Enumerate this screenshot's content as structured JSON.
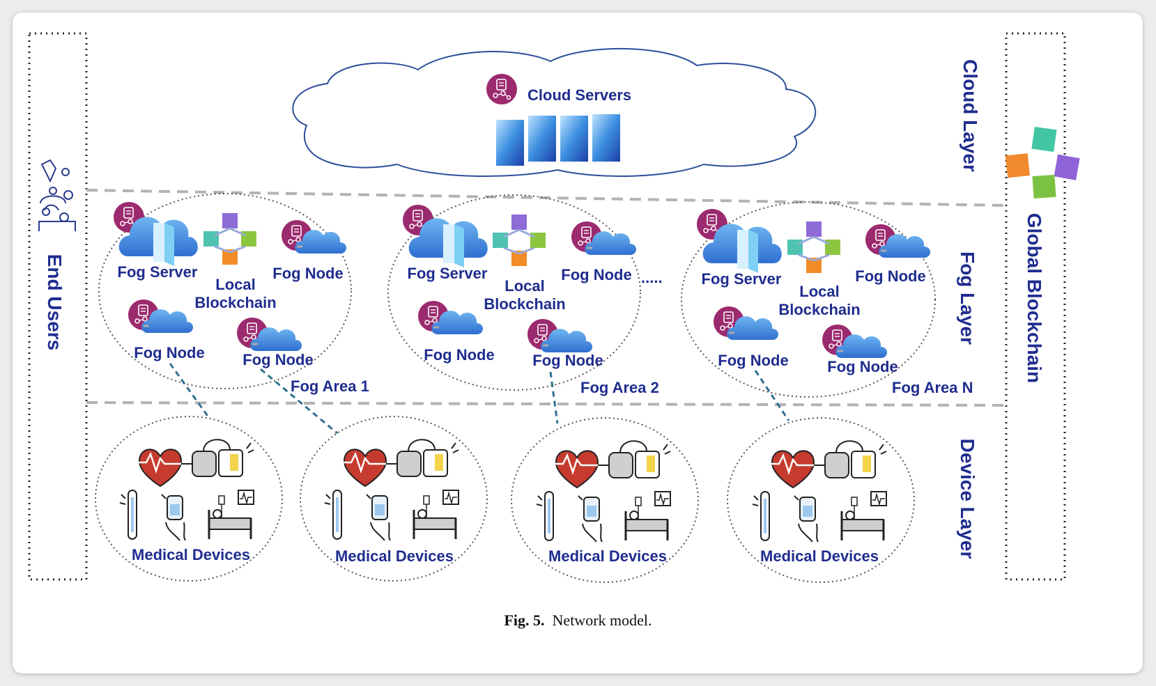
{
  "figure": {
    "caption_label": "Fig. 5.",
    "caption_text": "Network model."
  },
  "sides": {
    "left_title": "End Users",
    "right_title": "Global Blockchain"
  },
  "layers": {
    "cloud": "Cloud Layer",
    "fog": "Fog Layer",
    "device": "Device Layer"
  },
  "cloud": {
    "label": "Cloud Servers"
  },
  "fog_areas": [
    {
      "area_label": "Fog Area 1",
      "server_label": "Fog Server",
      "blockchain_label_1": "Local",
      "blockchain_label_2": "Blockchain",
      "node_labels": [
        "Fog Node",
        "Fog Node",
        "Fog Node"
      ]
    },
    {
      "area_label": "Fog Area 2",
      "server_label": "Fog Server",
      "blockchain_label_1": "Local",
      "blockchain_label_2": "Blockchain",
      "node_labels": [
        "Fog Node",
        "Fog Node",
        "Fog Node"
      ]
    },
    {
      "area_label": "Fog Area N",
      "server_label": "Fog Server",
      "blockchain_label_1": "Local",
      "blockchain_label_2": "Blockchain",
      "node_labels": [
        "Fog Node",
        "Fog Node",
        "Fog Node"
      ]
    }
  ],
  "ellipsis": ".....",
  "device_groups": [
    {
      "label": "Medical Devices"
    },
    {
      "label": "Medical Devices"
    },
    {
      "label": "Medical Devices"
    },
    {
      "label": "Medical Devices"
    }
  ],
  "colors": {
    "text": "#1f2d8f",
    "badge": "#9b2a6e",
    "cloud_blue": "#4a90d9",
    "heart_red": "#c0392b",
    "link": "#2e6f8e"
  }
}
